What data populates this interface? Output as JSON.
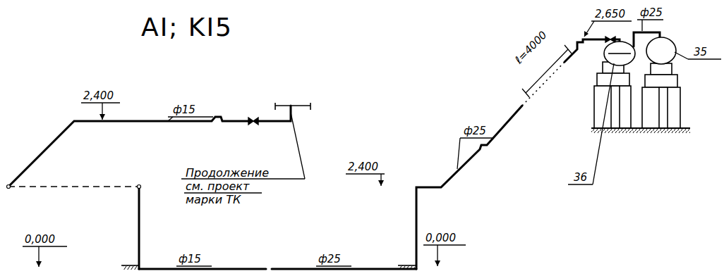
{
  "diagram": {
    "title": "AI; KI5",
    "labels": [
      "2,400",
      "ф15",
      "Продолжение см. проект марки ТК",
      "0,000",
      "ф15",
      "ф25",
      "0,000",
      "2,400",
      "ф25",
      "ℓ=4000",
      "2,650",
      "ф25",
      "36",
      "35"
    ]
  }
}
